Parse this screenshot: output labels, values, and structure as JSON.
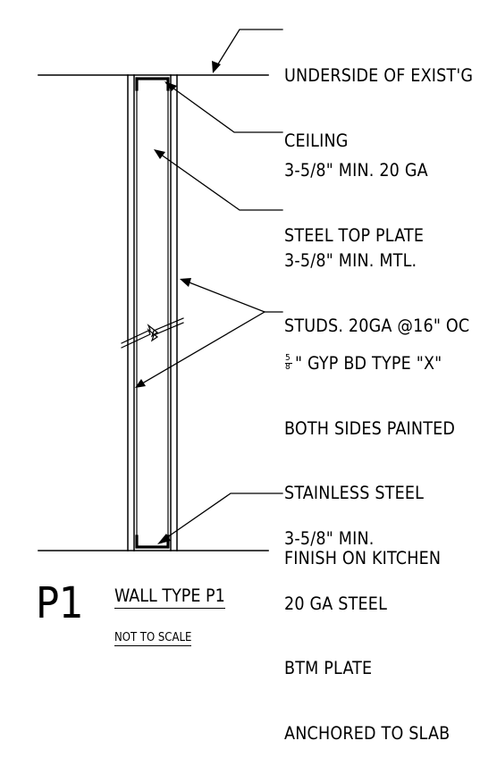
{
  "notes": {
    "ceiling": [
      "UNDERSIDE OF EXIST'G",
      "CEILING"
    ],
    "top_plate": [
      "3-5/8\" MIN. 20 GA",
      "STEEL TOP PLATE"
    ],
    "studs": [
      "3-5/8\" MIN. MTL.",
      "STUDS. 20GA @16\" OC"
    ],
    "gyp": {
      "fraction_num": "5",
      "fraction_den": "8",
      "line1_rest": "\" GYP BD TYPE \"X\"",
      "lines": [
        "BOTH SIDES PAINTED",
        "STAINLESS STEEL",
        "FINISH ON KITCHEN"
      ]
    },
    "btm_plate": [
      "3-5/8\" MIN.",
      "20 GA STEEL",
      "BTM PLATE",
      "ANCHORED TO SLAB"
    ]
  },
  "title_block": {
    "tag": "P1",
    "title": "WALL TYPE P1",
    "scale": "NOT TO SCALE"
  }
}
